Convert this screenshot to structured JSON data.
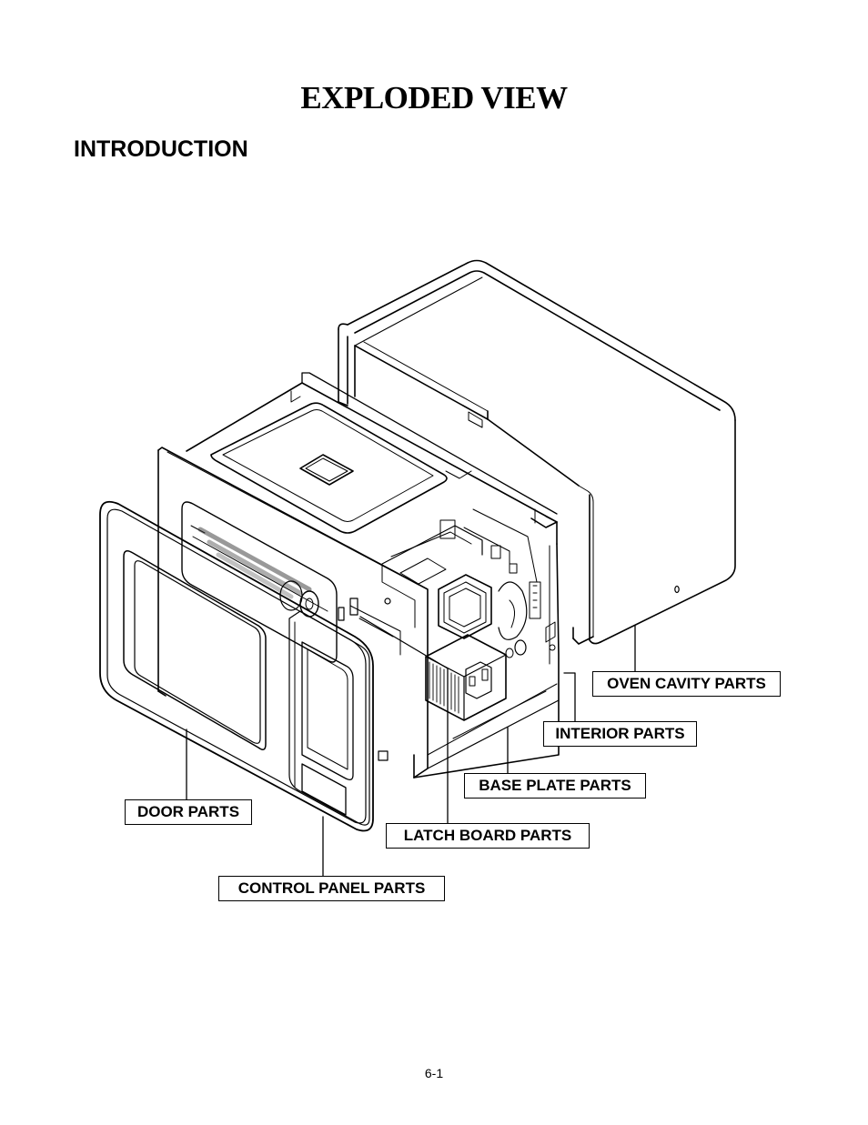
{
  "document": {
    "title": "EXPLODED VIEW",
    "section_heading": "INTRODUCTION",
    "page_number": "6-1"
  },
  "callouts": {
    "oven_cavity": "OVEN CAVITY PARTS",
    "interior": "INTERIOR PARTS",
    "base_plate": "BASE PLATE PARTS",
    "latch_board": "LATCH BOARD PARTS",
    "door": "DOOR PARTS",
    "control_panel": "CONTROL PANEL PARTS"
  }
}
